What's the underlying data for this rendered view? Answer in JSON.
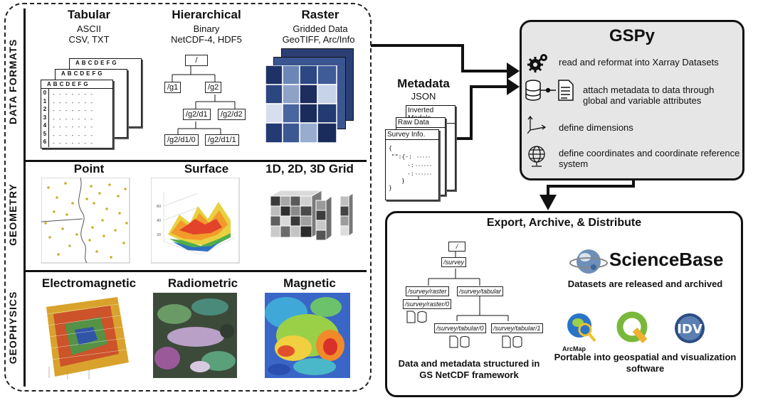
{
  "sections": {
    "data_formats": "DATA FORMATS",
    "geometry": "GEOMETRY",
    "geophysics": "GEOPHYSICS"
  },
  "formats": {
    "tabular": {
      "title": "Tabular",
      "line1": "ASCII",
      "line2": "CSV, TXT",
      "columns": [
        "A",
        "B",
        "C",
        "D",
        "E",
        "F",
        "G"
      ],
      "rows": [
        "0",
        "1",
        "2",
        "3",
        "4",
        "5",
        "6"
      ]
    },
    "hierarchical": {
      "title": "Hierarchical",
      "line1": "Binary",
      "line2": "NetCDF-4, HDF5",
      "nodes": {
        "root": "/",
        "g1": "/g1",
        "g2": "/g2",
        "g2d1": "/g2/d1",
        "g2d2": "/g2/d2",
        "g2d10": "/g2/d1/0",
        "g2d11": "/g2/d1/1"
      }
    },
    "raster": {
      "title": "Raster",
      "line1": "Gridded Data",
      "line2": "GeoTIFF, Arc/Info"
    }
  },
  "geometry": {
    "point": "Point",
    "surface": "Surface",
    "grid": "1D, 2D, 3D Grid"
  },
  "geophysics": {
    "em": "Electromagnetic",
    "rad": "Radiometric",
    "mag": "Magnetic"
  },
  "metadata": {
    "title": "Metadata",
    "format": "JSON",
    "docs": [
      "Inverted Models",
      "Raw Data",
      "Survey Info."
    ]
  },
  "gspy": {
    "title": "GSPy",
    "steps": [
      {
        "icon": "gears-icon",
        "text": "read and reformat into Xarray Datasets"
      },
      {
        "icon": "database-document-icon",
        "text": "attach metadata to data through global and variable attributes"
      },
      {
        "icon": "axes-icon",
        "text": "define dimensions"
      },
      {
        "icon": "globe-icon",
        "text": "define coordinates and coordinate reference system"
      }
    ]
  },
  "export": {
    "title": "Export, Archive, & Distribute",
    "tree": {
      "root": "/",
      "survey": "/survey",
      "raster": "/survey/raster",
      "tabular": "/survey/tabular",
      "raster0": "/survey/raster/0",
      "tabular0": "/survey/tabular/0",
      "tabular1": "/survey/tabular/1"
    },
    "caption_left": "Data and metadata structured in GS NetCDF framework",
    "sciencebase": "ScienceBase",
    "released": "Datasets are released and archived",
    "arcmap": "ArcMap",
    "idv": "IDV",
    "caption_right": "Portable into geospatial and visualization software"
  },
  "colors": {
    "accent": "#111111",
    "panel": "#e6e6e6",
    "raster_dark": "#1a2c5c",
    "raster_light": "#c7d3e8"
  }
}
